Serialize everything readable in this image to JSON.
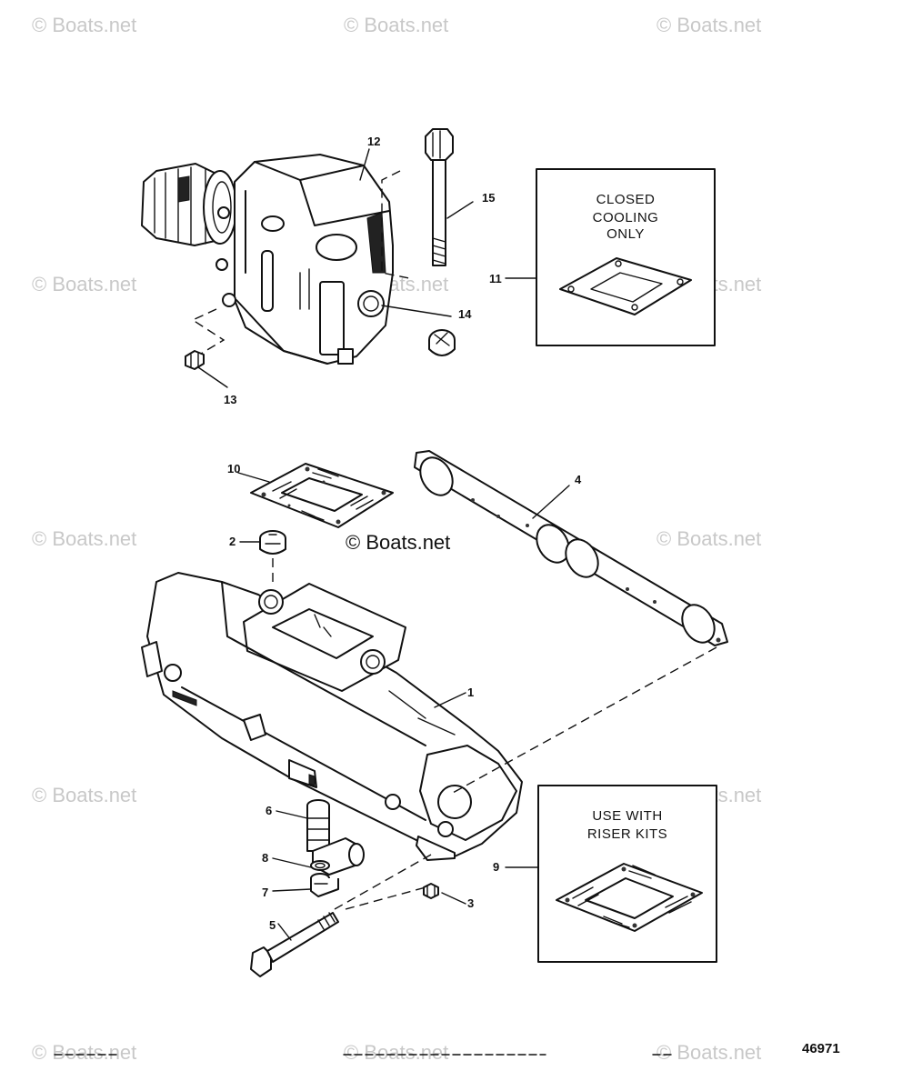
{
  "watermark": "© Boats.net",
  "center_watermark": "© Boats.net",
  "diagram_number": "46971",
  "callouts": {
    "c1": "1",
    "c2": "2",
    "c3": "3",
    "c4": "4",
    "c5": "5",
    "c6": "6",
    "c7": "7",
    "c8": "8",
    "c9": "9",
    "c10": "10",
    "c11": "11",
    "c12": "12",
    "c13": "13",
    "c14": "14",
    "c15": "15"
  },
  "box_closed_cooling": {
    "line1": "CLOSED",
    "line2": "COOLING",
    "line3": "ONLY"
  },
  "box_riser_kits": {
    "line1": "USE WITH",
    "line2": "RISER KITS"
  },
  "icons": [
    "exhaust-elbow-icon",
    "bolt-icon",
    "pipe-plug-icon",
    "gasket-icon",
    "exhaust-manifold-icon",
    "hose-fitting-icon",
    "o-ring-icon"
  ]
}
